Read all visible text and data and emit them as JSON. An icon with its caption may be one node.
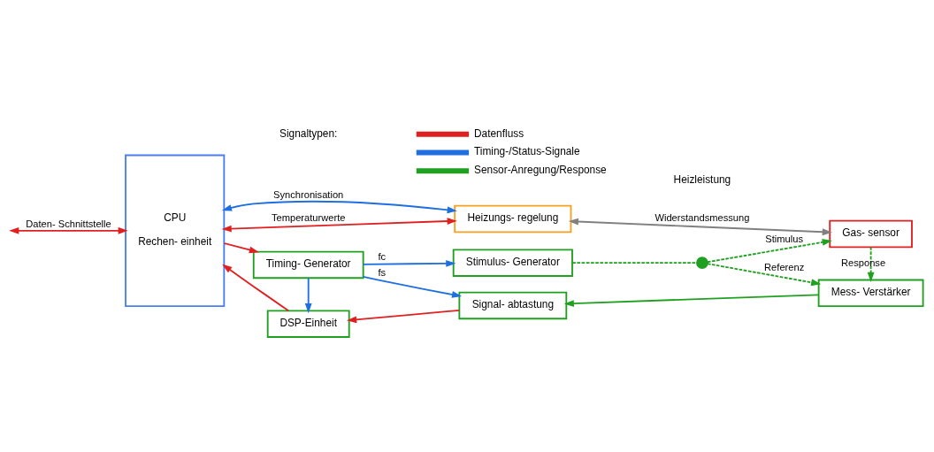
{
  "diagram": {
    "nodes": [
      {
        "text": [
          "CPU",
          "Rechen- einheit"
        ]
      },
      {
        "text": [
          "Heizungs- regelung"
        ]
      },
      {
        "text": [
          "Timing- Generator"
        ]
      },
      {
        "text": [
          "Stimulus- Generator"
        ]
      },
      {
        "text": [
          "Gas- sensor"
        ]
      },
      {
        "text": [
          "DSP-Einheit"
        ]
      },
      {
        "text": [
          "Signal- abtastung"
        ]
      },
      {
        "text": [
          "Mess- Verstärker"
        ]
      },
      {
        "text": [],
        "shape": "circle"
      }
    ],
    "edges": [
      {
        "from": 0,
        "to": 1,
        "arrow": "both",
        "label": "Synchronisation",
        "color": "#1f6fe0"
      },
      {
        "from": 0,
        "to": 1,
        "arrow": "both",
        "label": "Temperaturwerte",
        "color": "#e02020"
      },
      {
        "from": 1,
        "to": 4,
        "arrow": "both",
        "label": "Widerstandsmessung",
        "color": "#808080"
      },
      {
        "from": null,
        "to": 0,
        "arrow": "both",
        "label": "Daten- Schnittstelle",
        "color": "#e02020"
      },
      {
        "from": 0,
        "to": 2,
        "arrow": "to",
        "color": "#e02020"
      },
      {
        "from": 2,
        "to": 3,
        "arrow": "to",
        "label": "fc",
        "color": "#1f6fe0"
      },
      {
        "from": 2,
        "to": 5,
        "arrow": "to",
        "color": "#1f6fe0"
      },
      {
        "from": 2,
        "to": 6,
        "arrow": "to",
        "label": "fs",
        "color": "#1f6fe0"
      },
      {
        "from": 3,
        "to": 8,
        "arrow": "none",
        "style": "dashed",
        "color": "#20a020"
      },
      {
        "from": 8,
        "to": 4,
        "arrow": "to",
        "label": "Stimulus",
        "style": "dashed",
        "color": "#20a020"
      },
      {
        "from": 8,
        "to": 7,
        "arrow": "to",
        "label": "Referenz",
        "style": "dashed",
        "color": "#20a020"
      },
      {
        "from": 4,
        "to": 7,
        "arrow": "to",
        "label": "Response",
        "style": "dashed",
        "color": "#20a020"
      },
      {
        "from": 7,
        "to": 6,
        "arrow": "to",
        "color": "#20a020"
      },
      {
        "from": 6,
        "to": 5,
        "arrow": "to",
        "color": "#e02020"
      },
      {
        "from": 5,
        "to": 0,
        "arrow": "to",
        "color": "#e02020"
      }
    ],
    "labels": [
      "Heizleistung",
      "Signaltypen:"
    ],
    "legend": [
      {
        "text": "Datenfluss",
        "color": "#e02020"
      },
      {
        "text": "Timing-/Status-Signale",
        "color": "#1f6fe0"
      },
      {
        "text": "Sensor-Anregung/Response",
        "color": "#20a020"
      }
    ]
  }
}
